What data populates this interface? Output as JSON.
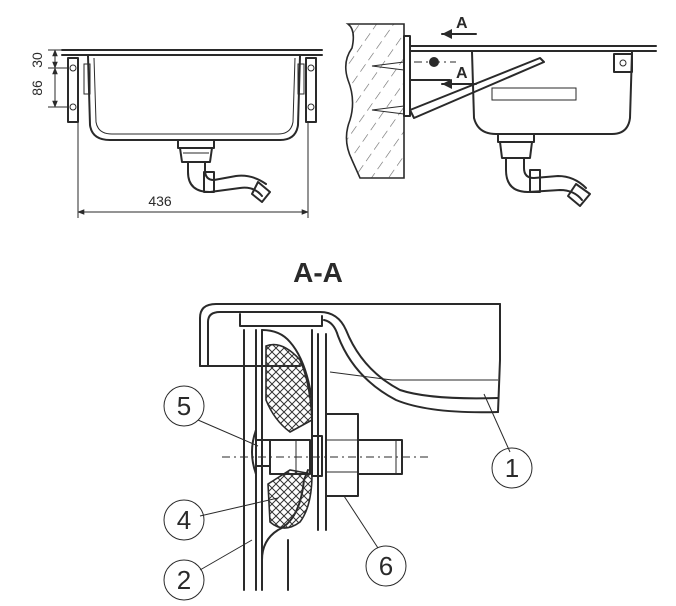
{
  "dimensions": {
    "height_top": "30",
    "height_bracket": "86",
    "width": "436"
  },
  "section": {
    "cut_mark_top": "A",
    "cut_mark_bottom": "A",
    "title": "A-A"
  },
  "callouts": [
    {
      "id": "1",
      "label": "1"
    },
    {
      "id": "2",
      "label": "2"
    },
    {
      "id": "4",
      "label": "4"
    },
    {
      "id": "5",
      "label": "5"
    },
    {
      "id": "6",
      "label": "6"
    }
  ]
}
